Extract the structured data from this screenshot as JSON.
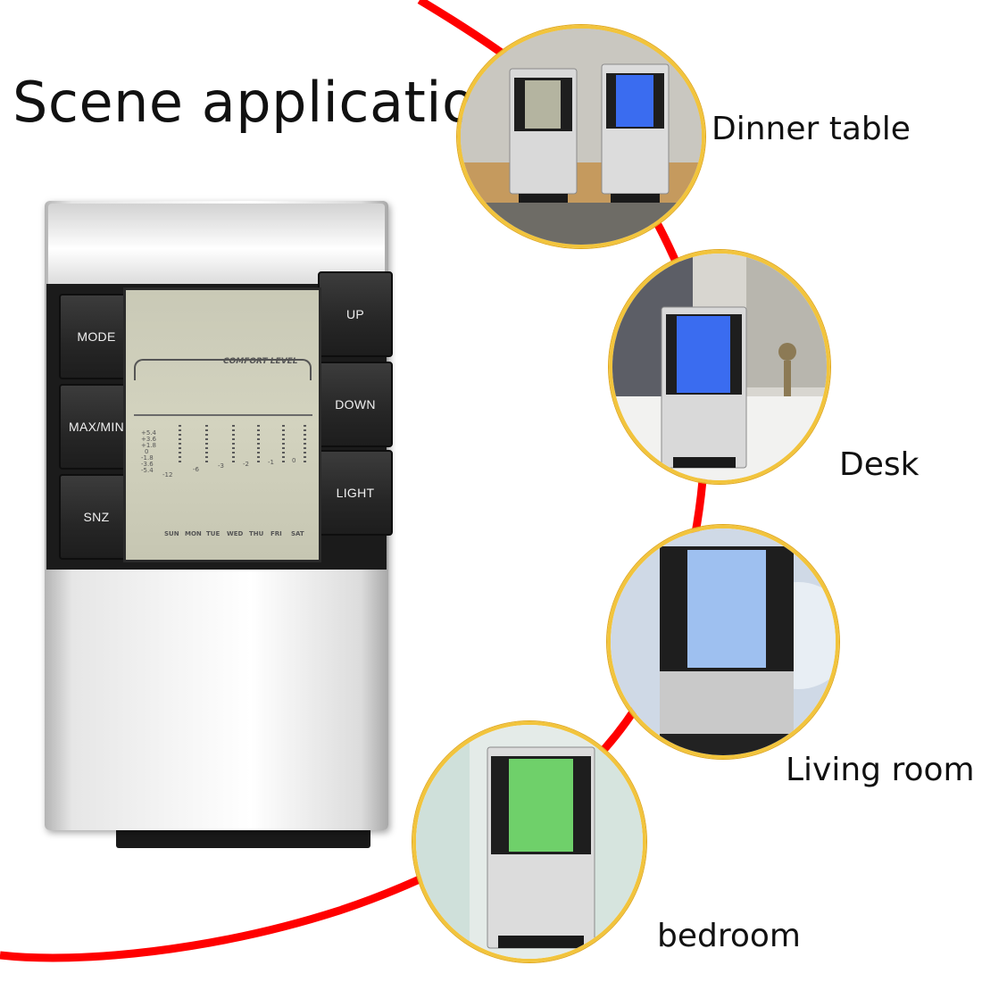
{
  "title": "Scene application",
  "device": {
    "buttons_left": [
      "MODE",
      "MAX/MIN",
      "SNZ"
    ],
    "buttons_right": [
      "UP",
      "DOWN",
      "LIGHT"
    ],
    "lcd": {
      "comfort_label": "COMFORT LEVEL",
      "scale_left": [
        "+5.4",
        "+3.6",
        "+1.8",
        "0",
        "-1.8",
        "-3.6",
        "-5.4"
      ],
      "scale_bottom": [
        "-12",
        "-6",
        "-3",
        "-2",
        "-1",
        "0"
      ],
      "days": [
        "SUN",
        "MON",
        "TUE",
        "WED",
        "THU",
        "FRI",
        "SAT"
      ]
    }
  },
  "scenes": [
    {
      "label": "Dinner table"
    },
    {
      "label": "Desk"
    },
    {
      "label": "Living room"
    },
    {
      "label": "bedroom"
    }
  ],
  "colors": {
    "arc": "#ff0000",
    "thumb_border": "#f2c43c",
    "backlight_blue": "#3a6cf0",
    "backlight_green": "#6fd06a"
  }
}
